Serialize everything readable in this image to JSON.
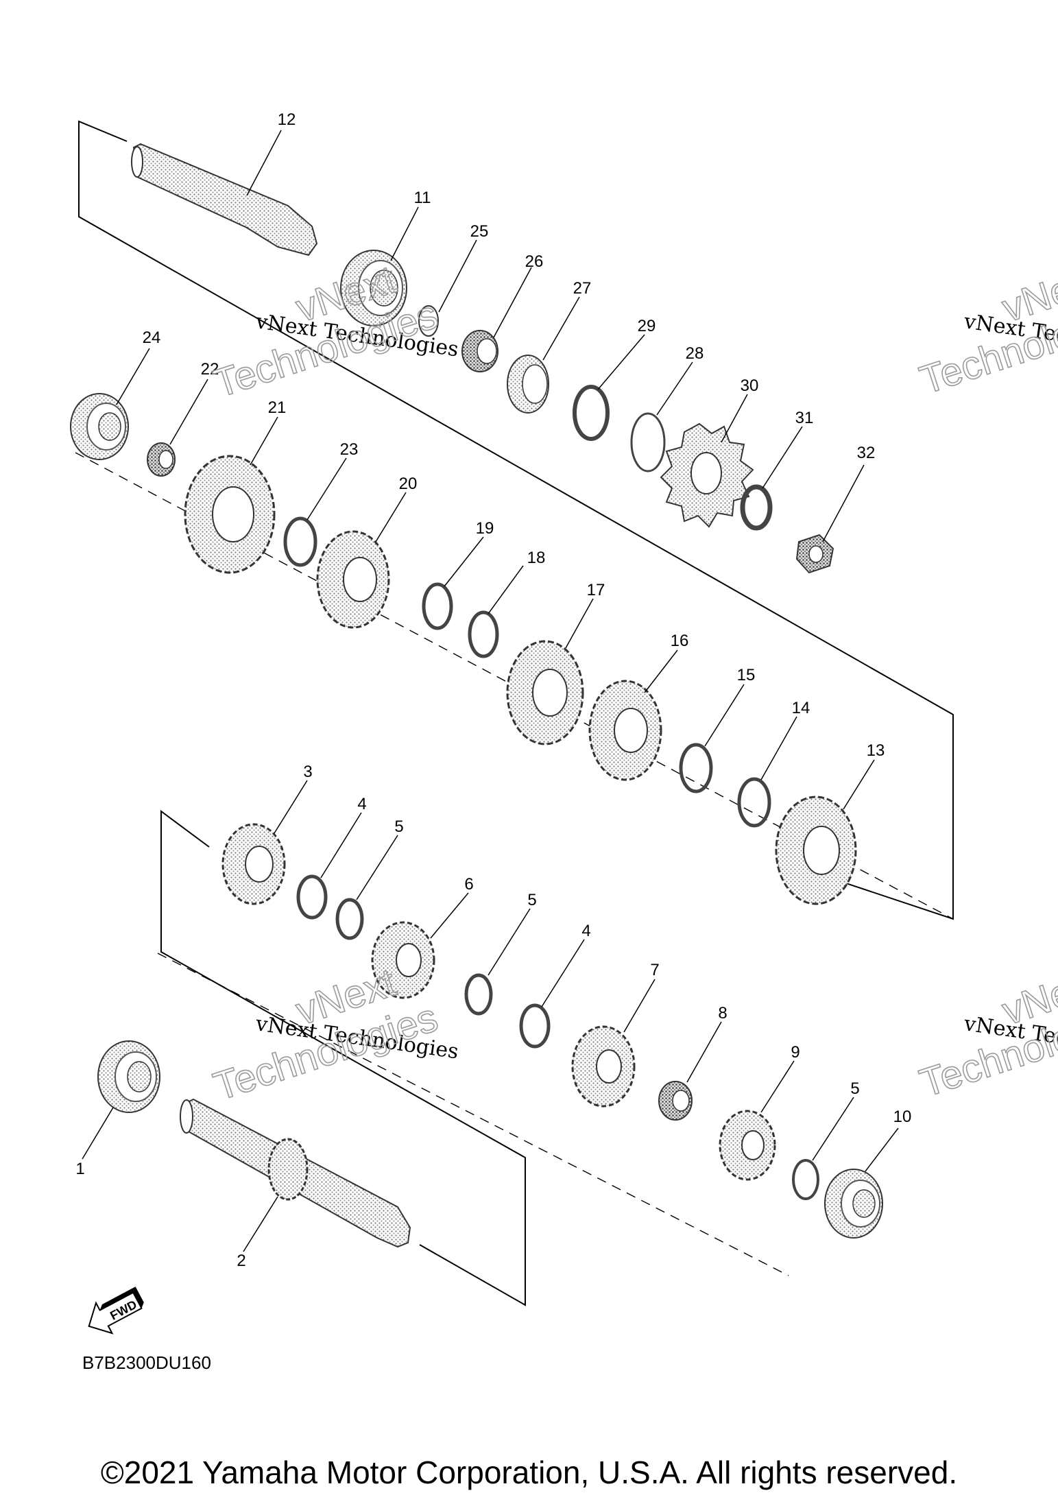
{
  "callouts": [
    {
      "id": "p12",
      "label": "12"
    },
    {
      "id": "p11",
      "label": "11"
    },
    {
      "id": "p25",
      "label": "25"
    },
    {
      "id": "p26",
      "label": "26"
    },
    {
      "id": "p27",
      "label": "27"
    },
    {
      "id": "p29",
      "label": "29"
    },
    {
      "id": "p28",
      "label": "28"
    },
    {
      "id": "p30",
      "label": "30"
    },
    {
      "id": "p31",
      "label": "31"
    },
    {
      "id": "p32",
      "label": "32"
    },
    {
      "id": "p24",
      "label": "24"
    },
    {
      "id": "p22",
      "label": "22"
    },
    {
      "id": "p21",
      "label": "21"
    },
    {
      "id": "p23",
      "label": "23"
    },
    {
      "id": "p20",
      "label": "20"
    },
    {
      "id": "p19",
      "label": "19"
    },
    {
      "id": "p18",
      "label": "18"
    },
    {
      "id": "p17",
      "label": "17"
    },
    {
      "id": "p16",
      "label": "16"
    },
    {
      "id": "p15",
      "label": "15"
    },
    {
      "id": "p14",
      "label": "14"
    },
    {
      "id": "p13",
      "label": "13"
    },
    {
      "id": "p3",
      "label": "3"
    },
    {
      "id": "p4a",
      "label": "4"
    },
    {
      "id": "p5a",
      "label": "5"
    },
    {
      "id": "p6",
      "label": "6"
    },
    {
      "id": "p5b",
      "label": "5"
    },
    {
      "id": "p4b",
      "label": "4"
    },
    {
      "id": "p7",
      "label": "7"
    },
    {
      "id": "p8",
      "label": "8"
    },
    {
      "id": "p9",
      "label": "9"
    },
    {
      "id": "p5c",
      "label": "5"
    },
    {
      "id": "p10",
      "label": "10"
    },
    {
      "id": "p1",
      "label": "1"
    },
    {
      "id": "p2",
      "label": "2"
    }
  ],
  "watermark": {
    "line1": "vNext Technologies",
    "line2": "vNext",
    "line3": "Technologies"
  },
  "fwd_label": "FWD",
  "figure_code": "B7B2300DU160",
  "copyright": "©2021 Yamaha Motor Corporation, U.S.A. All rights reserved."
}
